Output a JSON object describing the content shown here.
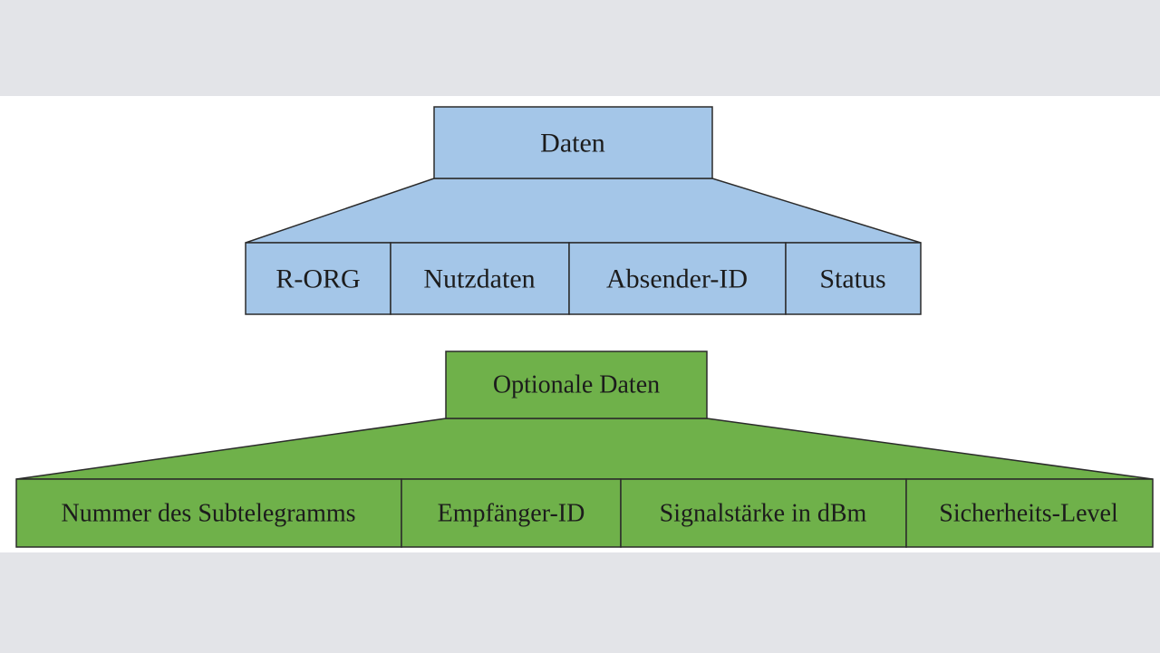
{
  "colors": {
    "background": "#e3e4e8",
    "band": "#ffffff",
    "blue_fill": "#a4c6e8",
    "green_fill": "#6fb14a",
    "stroke": "#2b2b2b",
    "text": "#1c1c1c"
  },
  "top_tree": {
    "root_label": "Daten",
    "children": [
      "R-ORG",
      "Nutzdaten",
      "Absender-ID",
      "Status"
    ]
  },
  "bottom_tree": {
    "root_label": "Optionale Daten",
    "children": [
      "Nummer des Subtelegramms",
      "Empfänger-ID",
      "Signalstärke in dBm",
      "Sicherheits-Level"
    ]
  }
}
